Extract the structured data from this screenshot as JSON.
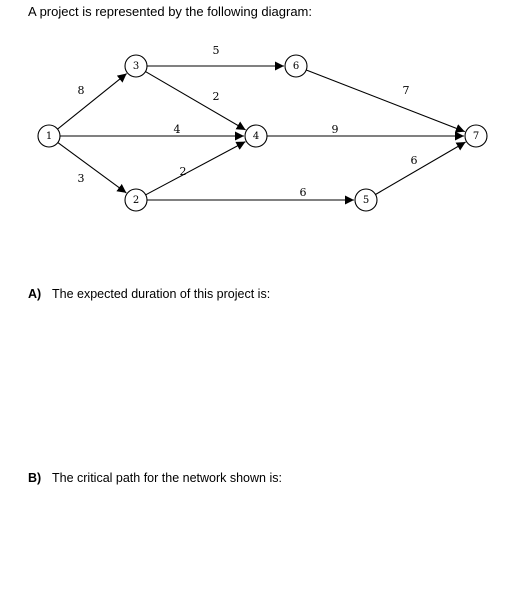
{
  "intro": "A project is represented by the following diagram:",
  "network": {
    "nodes": [
      "1",
      "2",
      "3",
      "4",
      "5",
      "6",
      "7"
    ],
    "edges": [
      {
        "from": "1",
        "to": "3",
        "duration": "8"
      },
      {
        "from": "1",
        "to": "4",
        "duration": "4"
      },
      {
        "from": "1",
        "to": "2",
        "duration": "3"
      },
      {
        "from": "3",
        "to": "6",
        "duration": "5"
      },
      {
        "from": "3",
        "to": "4",
        "duration": "2"
      },
      {
        "from": "2",
        "to": "4",
        "duration": "2"
      },
      {
        "from": "2",
        "to": "5",
        "duration": "6"
      },
      {
        "from": "6",
        "to": "7",
        "duration": "7"
      },
      {
        "from": "4",
        "to": "7",
        "duration": "9"
      },
      {
        "from": "5",
        "to": "7",
        "duration": "6"
      }
    ]
  },
  "questions": [
    {
      "letter": "A)",
      "text": "The expected duration of this project is:"
    },
    {
      "letter": "B)",
      "text": "The critical path for the network shown is:"
    }
  ]
}
